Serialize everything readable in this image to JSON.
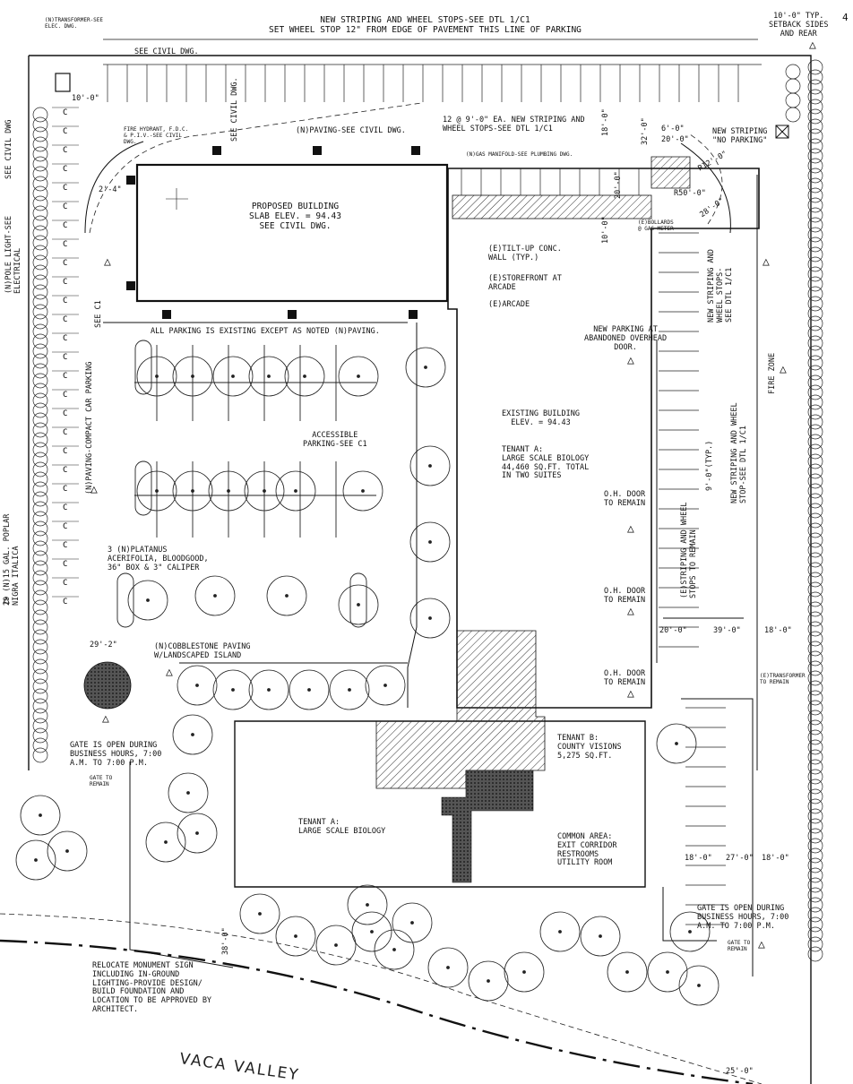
{
  "notes": {
    "striping_top_1": "NEW STRIPING AND WHEEL STOPS-SEE DTL 1/C1",
    "striping_top_2": "SET WHEEL STOP 12\" FROM EDGE OF PAVEMENT THIS LINE OF PARKING",
    "setback": "10'-0\" TYP.\nSETBACK SIDES\nAND REAR",
    "transformer_top": "(N)TRANSFORMER-SEE\nELEC. DWG.",
    "see_civil_top": "SEE CIVIL DWG.",
    "dim_10_top": "10'-0\"",
    "fire_hydrant": "FIRE HYDRANT, F.D.C.\n& P.I.V.-SEE CIVIL\nDWG.",
    "see_civil_vert": "SEE CIVIL DWG.",
    "paving_civil": "(N)PAVING-SEE CIVIL DWG.",
    "striping_12": "12 @ 9'-0\" EA. NEW STRIPING AND\nWHEEL STOPS-SEE DTL 1/C1",
    "dim_18": "18'-0\"",
    "dim_32": "32'-0\"",
    "dim_6": "6'-0\"",
    "dim_20_top": "20'-0\"",
    "new_striping_no_parking": "NEW STRIPING\n\"NO PARKING\"",
    "r12": "R12'-0\"",
    "r50": "R50'-0\"",
    "dim_28": "28'-0\"",
    "gas_manifold": "(N)GAS MANIFOLD-SEE PLUMBING DWG.",
    "dim_20_v": "20'-0\"",
    "dim_10_v": "10'-0\"",
    "bollards": "(E)BOLLARDS\n@ GAS METER",
    "proposed_building": "PROPOSED BUILDING\nSLAB ELEV. = 94.43\nSEE CIVIL DWG.",
    "dim_2": "2'-4\"",
    "tilt_up": "(E)TILT-UP CONC.\nWALL (TYP.)",
    "storefront": "(E)STOREFRONT AT\nARCADE",
    "arcade": "(E)ARCADE",
    "see_civil_left": "SEE CIVIL DWG",
    "pole_light": "(N)POLE LIGHT-SEE\nELECTRICAL",
    "see_c1": "SEE C1",
    "parking_existing": "ALL PARKING IS EXISTING EXCEPT AS NOTED (N)PAVING.",
    "new_parking_overhead": "NEW PARKING AT\nABANDONED OVERHEAD\nDOOR.",
    "new_striping_wheel_stops": "NEW STRIPING AND\nWHEEL STOPS-\nSEE DTL 1/C1",
    "fire_zone": "FIRE ZONE",
    "compact_parking": "(N)PAVING-COMPACT CAR PARKING",
    "accessible_parking": "ACCESSIBLE\nPARKING-SEE C1",
    "existing_building": "EXISTING BUILDING\nELEV. = 94.43",
    "tenant_a_top": "TENANT A:\nLARGE SCALE BIOLOGY\n44,460 SQ.FT. TOTAL\nIN TWO SUITES",
    "dim_9_typ": "9'-0\"(TYP.)",
    "new_striping_c1_right": "NEW STRIPING AND WHEEL\nSTOP-SEE DTL 1/C1",
    "oh_door_1": "O.H. DOOR\nTO REMAIN",
    "e_striping": "(E)STRIPING AND WHEEL\nSTOPS TO REMAIN",
    "poplar": "29 (N)15 GAL. POPLAR\nNIGRA ITALICA",
    "platanus": "3 (N)PLATANUS\nACERIFOLIA, BLOODGOOD,\n36\" BOX & 3\" CALIPER",
    "oh_door_2": "O.H. DOOR\nTO REMAIN",
    "dim_20_low": "20'-0\"",
    "dim_39": "39'-0\"",
    "dim_18_r": "18'-0\"",
    "dim_29": "29'-2\"",
    "cobblestone": "(N)COBBLESTONE PAVING\nw/LANDSCAPED ISLAND",
    "oh_door_3": "O.H. DOOR\nTO REMAIN",
    "transformer_r": "(E)TRANSFORMER\nTO REMAIN",
    "gate_left": "GATE IS OPEN DURING\nBUSINESS HOURS, 7:00\na.m. TO 7:00 p.m.",
    "gate_to_remain_l": "GATE TO\nREMAIN",
    "tenant_b": "TENANT B:\nCOUNTY VISIONS\n5,275 SQ.FT.",
    "tenant_a_low": "TENANT A:\nLARGE SCALE BIOLOGY",
    "common_area": "COMMON AREA:\nEXIT CORRIDOR\nRESTROOMS\nUTILITY ROOM",
    "dim_18_a": "18'-0\"",
    "dim_27": "27'-0\"",
    "dim_18_b": "18'-0\"",
    "gate_right": "GATE IS OPEN DURING\nBUSINESS HOURS, 7:00\na.m. TO 7:00 p.m.",
    "gate_to_remain_r": "GATE TO\nREMAIN",
    "dim_38": "38'-0\"",
    "relocate": "RELOCATE MONUMENT SIGN\nINCLUDING IN-GROUND\nLIGHTING-PROVIDE DESIGN/\nBUILD FOUNDATION AND\nLOCATION TO BE APPROVED BY\nARCHITECT.",
    "road": "VACA VALLEY",
    "dim_25": "25'-0\"",
    "corner_mark": "4"
  },
  "colors": {
    "ink": "#111111",
    "hatch": "#333333",
    "light": "#777777"
  },
  "symbols": {
    "revision": "revision-triangle-icon"
  }
}
